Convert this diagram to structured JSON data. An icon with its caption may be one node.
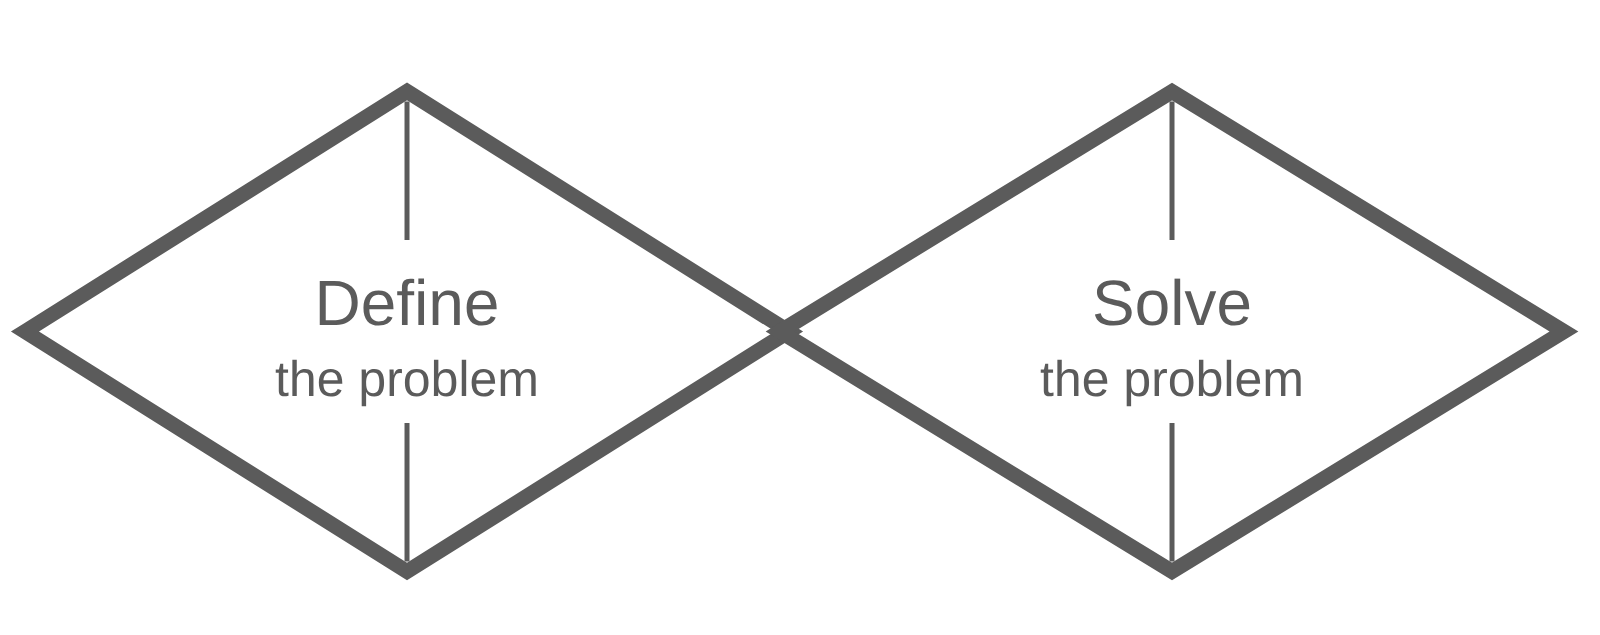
{
  "diagram": {
    "nodes": [
      {
        "text": [
          "Define",
          "the problem"
        ]
      },
      {
        "text": [
          "Solve",
          "the problem"
        ]
      }
    ]
  }
}
